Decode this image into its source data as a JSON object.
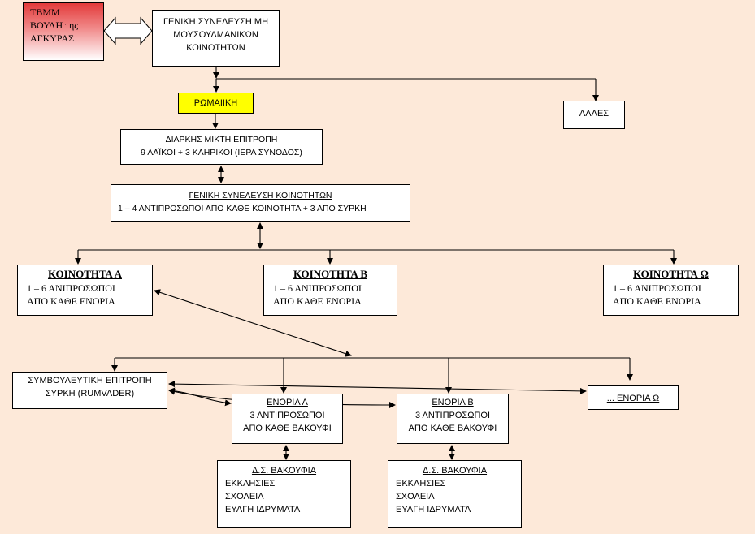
{
  "tbmm": {
    "lines": [
      "TBMM",
      "ΒΟΥΛΗ της",
      "ΑΓΚΥΡΑΣ"
    ]
  },
  "general_muslim": {
    "lines": [
      "ΓΕΝΙΚΗ ΣΥΝΕΛΕΥΣΗ ΜΗ",
      "ΜΟΥΣΟΥΛΜΑΝΙΚΩΝ",
      "ΚΟΙΝΟΤΗΤΩΝ"
    ]
  },
  "romaiiki": {
    "label": "ΡΩΜΑΙΙΚΗ"
  },
  "alles": {
    "label": "ΑΛΛΕΣ"
  },
  "mixed_committee": {
    "lines": [
      "ΔΙΑΡΚΗΣ ΜΙΚΤΗ ΕΠΙΤΡΟΠΗ",
      "9 ΛΑΪΚΟΙ + 3 ΚΛΗΡΙΚΟΙ (ΙΕΡΑ ΣΥΝΟΔΟΣ)"
    ]
  },
  "general_community": {
    "title": "ΓΕΝΙΚΗ ΣΥΝΕΛΕΥΣΗ ΚΟΙΝΟΤΗΤΩΝ",
    "detail": "1 – 4 ΑΝΤΙΠΡΟΣΩΠΟΙ ΑΠΟ ΚΑΘΕ ΚΟΙΝΟΤΗΤΑ + 3 ΑΠΟ ΣΥΡΚΗ"
  },
  "communities": [
    {
      "title": "ΚΟΙΝΟΤΗΤΑ Α",
      "line1": "1 – 6 ΑΝΙΠΡΟΣΩΠΟΙ",
      "line2": "ΑΠΟ ΚΑΘΕ ΕΝΟΡΙΑ"
    },
    {
      "title": "ΚΟΙΝΟΤΗΤΑ Β",
      "line1": "1 – 6 ΑΝΙΠΡΟΣΩΠΟΙ",
      "line2": "ΑΠΟ ΚΑΘΕ ΕΝΟΡΙΑ"
    },
    {
      "title": "ΚΟΙΝΟΤΗΤΑ Ω",
      "line1": "1 – 6 ΑΝΙΠΡΟΣΩΠΟΙ",
      "line2": "ΑΠΟ ΚΑΘΕ ΕΝΟΡΙΑ"
    }
  ],
  "advisory": {
    "lines": [
      "ΣΥΜΒΟΥΛΕΥΤΙΚΗ ΕΠΙΤΡΟΠΗ",
      "ΣΥΡΚΗ (RUMVADER)"
    ]
  },
  "parishes": [
    {
      "title": "ΕΝΟΡΙΑ Α",
      "line1": "3 ΑΝΤΙΠΡΟΣΩΠΟΙ",
      "line2": "ΑΠΟ ΚΑΘΕ ΒΑΚΟΥΦΙ"
    },
    {
      "title": "ΕΝΟΡΙΑ Β",
      "line1": "3 ΑΝΤΙΠΡΟΣΩΠΟΙ",
      "line2": "ΑΠΟ ΚΑΘΕ ΒΑΚΟΥΦΙ"
    }
  ],
  "parish_omega": {
    "label": "... ΕΝΟΡΙΑ Ω"
  },
  "vakoufia": [
    {
      "title": "Δ.Σ. ΒΑΚΟΥΦΙΑ",
      "items": [
        "ΕΚΚΛΗΣΙΕΣ",
        "ΣΧΟΛΕΙΑ",
        "ΕΥΑΓΗ ΙΔΡΥΜΑΤΑ"
      ]
    },
    {
      "title": "Δ.Σ. ΒΑΚΟΥΦΙΑ",
      "items": [
        "ΕΚΚΛΗΣΙΕΣ",
        "ΣΧΟΛΕΙΑ",
        "ΕΥΑΓΗ ΙΔΡΥΜΑΤΑ"
      ]
    }
  ],
  "colors": {
    "background": "#fde9d9",
    "tbmm_gradient_top": "#e33b3b",
    "romaiiki_fill": "#ffff00",
    "line": "#000000"
  }
}
